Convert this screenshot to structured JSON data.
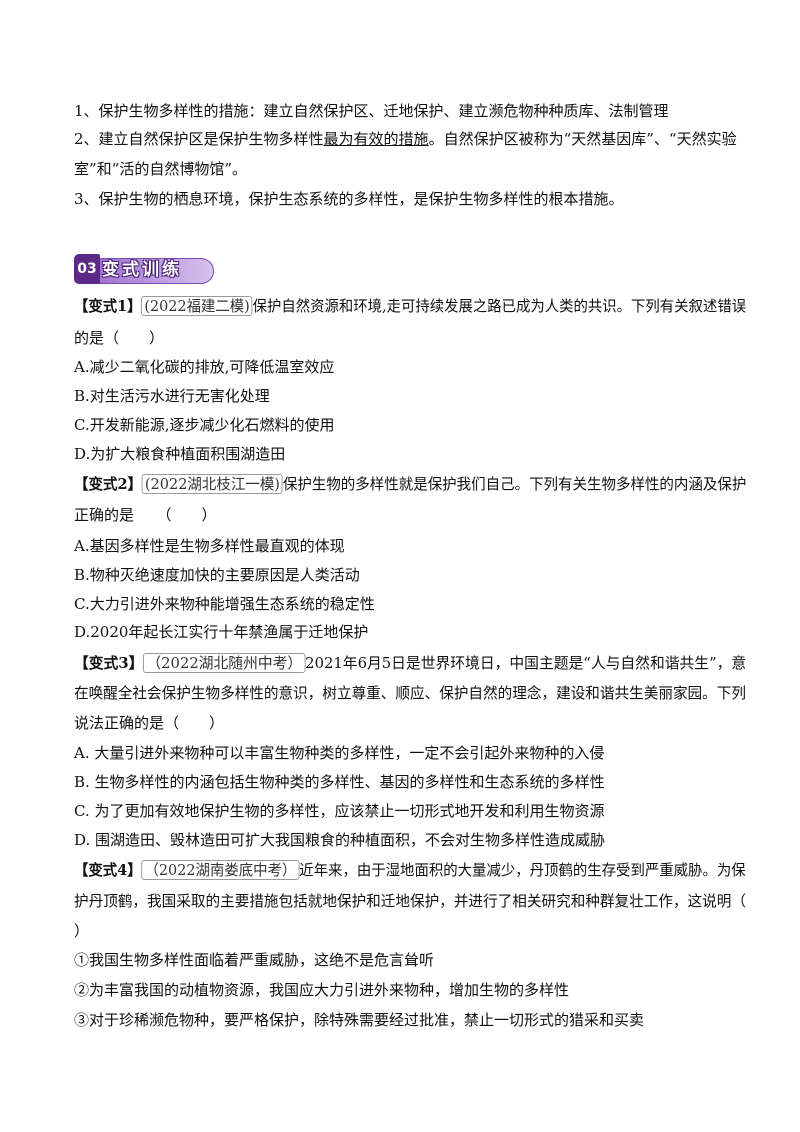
{
  "summary": {
    "p1": "1、保护生物多样性的措施：建立自然保护区、迁地保护、建立濒危物种种质库、法制管理",
    "p2_pre": "2、建立自然保护区是保护生物多样性",
    "p2_em": "最为有效的措施",
    "p2_post": "。自然保护区被称为“天然基因库”、“天然实验",
    "p2_cont": "室”和“活的自然博物馆”。",
    "p3": "3、保护生物的栖息环境，保护生态系统的多样性，是保护生物多样性的根本措施。"
  },
  "section": {
    "number": "03",
    "title": "变式训练"
  },
  "q1": {
    "tag": "【变式1】",
    "source": "(2022福建二模)",
    "stem1": "保护自然资源和环境,走可持续发展之路已成为人类的共识。下列有关叙述错误",
    "stem2": "的是（　　）",
    "options": [
      "A.减少二氧化碳的排放,可降低温室效应",
      "B.对生活污水进行无害化处理",
      "C.开发新能源,逐步减少化石燃料的使用",
      "D.为扩大粮食种植面积围湖造田"
    ]
  },
  "q2": {
    "tag": "【变式2】",
    "source": "(2022湖北枝江一模)",
    "stem1": "保护生物的多样性就是保护我们自己。下列有关生物多样性的内涵及保护",
    "stem2": "正确的是　　（　　）",
    "options": [
      "A.基因多样性是生物多样性最直观的体现",
      "B.物种灭绝速度加快的主要原因是人类活动",
      "C.大力引进外来物种能增强生态系统的稳定性",
      "D.2020年起长江实行十年禁渔属于迁地保护"
    ]
  },
  "q3": {
    "tag": "【变式3】",
    "source": "（2022湖北随州中考）",
    "stem1": "2021年6月5日是世界环境日，中国主题是“人与自然和谐共生”，意",
    "stem2": "在唤醒全社会保护生物多样性的意识，树立尊重、顺应、保护自然的理念，建设和谐共生美丽家园。下列",
    "stem3": "说法正确的是（　　）",
    "options": [
      "A.  大量引进外来物种可以丰富生物种类的多样性，一定不会引起外来物种的入侵",
      "B.  生物多样性的内涵包括生物种类的多样性、基因的多样性和生态系统的多样性",
      "C.  为了更加有效地保护生物的多样性，应该禁止一切形式地开发和利用生物资源",
      "D.  围湖造田、毁林造田可扩大我国粮食的种植面积，不会对生物多样性造成威胁"
    ]
  },
  "q4": {
    "tag": "【变式4】",
    "source": "（2022湖南娄底中考）",
    "stem1": "近年来，由于湿地面积的大量减少，丹顶鹤的生存受到严重威胁。为保",
    "stem2": "护丹顶鹤，我国采取的主要措施包括就地保护和迁地保护，并进行了相关研究和种群复壮工作，这说明（",
    "stem3": "）",
    "items": [
      "①我国生物多样性面临着严重威胁，这绝不是危言耸听",
      "②为丰富我国的动植物资源，我国应大力引进外来物种，增加生物的多样性",
      "③对于珍稀濒危物种，要严格保护，除特殊需要经过批准，禁止一切形式的猎采和买卖"
    ]
  }
}
